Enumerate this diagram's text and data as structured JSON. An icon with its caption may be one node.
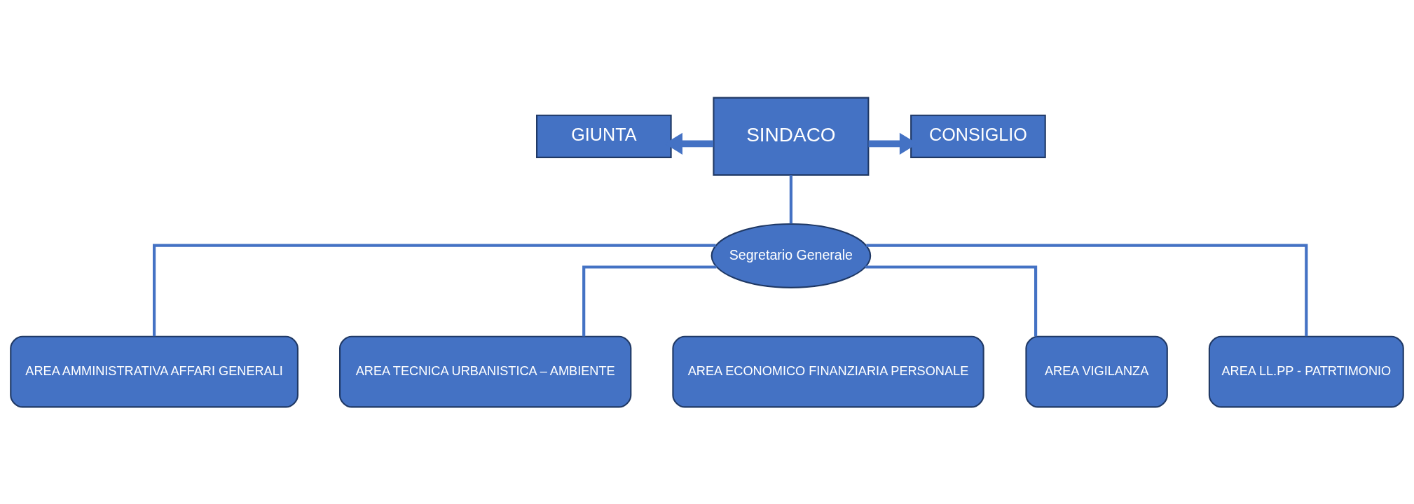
{
  "diagram": {
    "nodes": [
      {
        "text": [
          "SINDACO"
        ]
      },
      {
        "text": [
          "GIUNTA"
        ]
      },
      {
        "text": [
          "CONSIGLIO"
        ]
      },
      {
        "text": [
          "Segretario Generale"
        ]
      },
      {
        "text": [
          "AREA AMMINISTRATIVA AFFARI GENERALI"
        ]
      },
      {
        "text": [
          "AREA TECNICA URBANISTICA – AMBIENTE"
        ]
      },
      {
        "text": [
          "AREA ECONOMICO FINANZIARIA PERSONALE"
        ]
      },
      {
        "text": [
          "AREA VIGILANZA"
        ]
      },
      {
        "text": [
          "AREA LL.PP - PATRTIMONIO"
        ]
      }
    ],
    "edges": [
      {
        "from": 0,
        "to": 1,
        "arrow": "to",
        "style": "thick"
      },
      {
        "from": 0,
        "to": 2,
        "arrow": "to",
        "style": "thick"
      },
      {
        "from": 0,
        "to": 3,
        "arrow": "none"
      },
      {
        "from": 3,
        "to": 4,
        "arrow": "none"
      },
      {
        "from": 3,
        "to": 5,
        "arrow": "none"
      },
      {
        "from": 3,
        "to": 7,
        "arrow": "none"
      },
      {
        "from": 3,
        "to": 8,
        "arrow": "none"
      }
    ]
  }
}
